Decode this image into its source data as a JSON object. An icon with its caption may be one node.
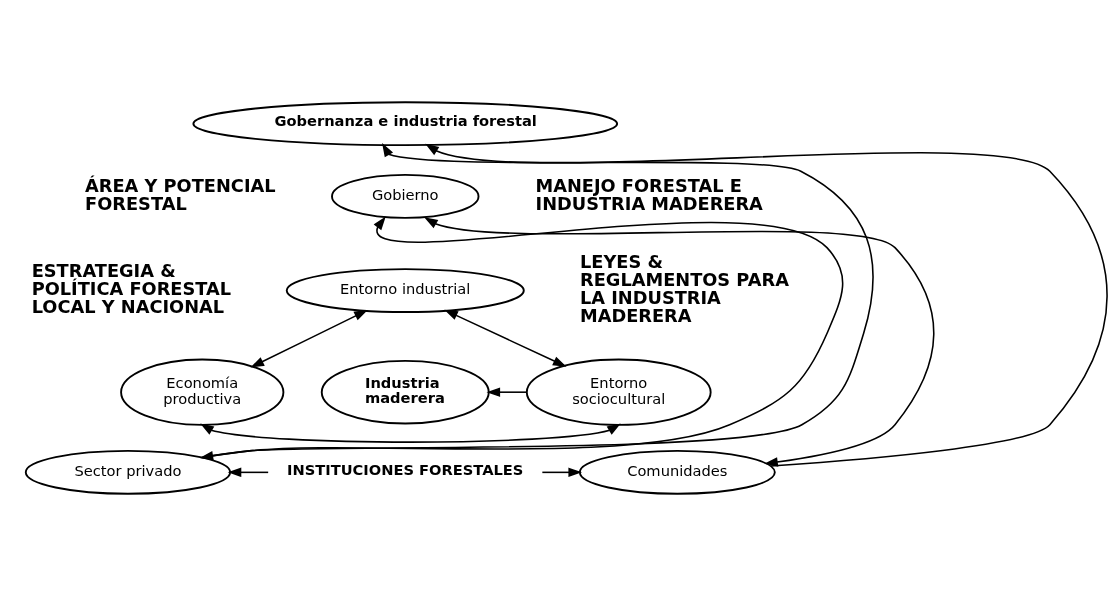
{
  "diagram": {
    "nodes": [
      {
        "text": [
          "Gobernanza e industria forestal"
        ]
      },
      {
        "text": [
          "Gobierno"
        ]
      },
      {
        "text": [
          "Entorno industrial"
        ]
      },
      {
        "text": [
          "Economía productiva"
        ]
      },
      {
        "text": [
          "Industria maderera"
        ]
      },
      {
        "text": [
          "Entorno sociocultural"
        ]
      },
      {
        "text": [
          "Sector privado"
        ]
      },
      {
        "text": [
          "INSTITUCIONES FORESTALES"
        ]
      },
      {
        "text": [
          "Comunidades"
        ]
      }
    ],
    "edges": [
      {
        "from": 6,
        "to": 0,
        "arrow": "to"
      },
      {
        "from": 6,
        "to": 1,
        "arrow": "both"
      },
      {
        "from": 8,
        "to": 0,
        "arrow": "to"
      },
      {
        "from": 8,
        "to": 1,
        "arrow": "both"
      },
      {
        "from": 2,
        "to": 3,
        "arrow": "both"
      },
      {
        "from": 2,
        "to": 5,
        "arrow": "both"
      },
      {
        "from": 3,
        "to": 5,
        "arrow": "both"
      },
      {
        "from": 5,
        "to": 4,
        "arrow": "to"
      },
      {
        "from": 7,
        "to": 6,
        "arrow": "to"
      },
      {
        "from": 7,
        "to": 8,
        "arrow": "to"
      }
    ],
    "labels": [
      "ÁREA Y POTENCIAL FORESTAL",
      "MANEJO FORESTAL E INDUSTRIA MADERERA",
      "ESTRATEGIA & POLÍTICA FORESTAL LOCAL Y NACIONAL",
      "LEYES & REGLAMENTOS PARA LA INDUSTRIA MADERERA"
    ]
  }
}
